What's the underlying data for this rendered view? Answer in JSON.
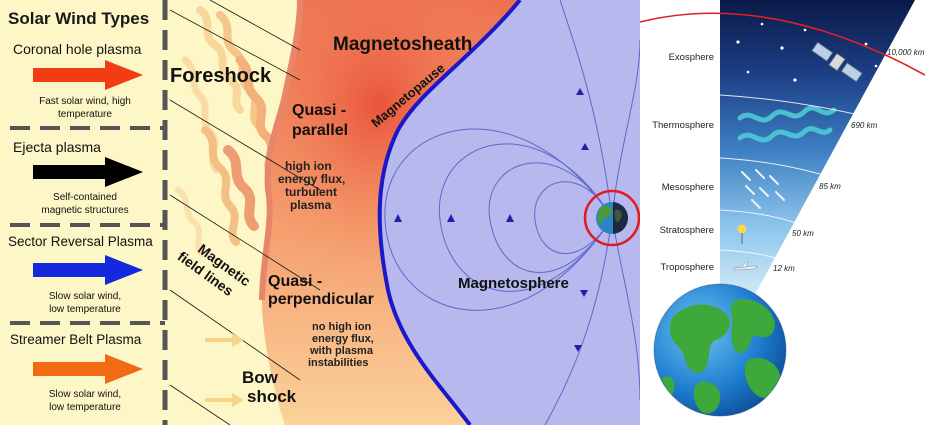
{
  "left_panel": {
    "legend_title": "Solar Wind Types",
    "types": [
      {
        "name": "Coronal hole plasma",
        "description_lines": [
          "Fast solar wind, high",
          "temperature"
        ],
        "color": "#f23c14"
      },
      {
        "name": "Ejecta plasma",
        "description_lines": [
          "Self-contained",
          "magnetic structures"
        ],
        "color": "#000000"
      },
      {
        "name": "Sector Reversal Plasma",
        "description_lines": [
          "Slow solar wind,",
          "low temperature"
        ],
        "color": "#1428dc"
      },
      {
        "name": "Streamer Belt Plasma",
        "description_lines": [
          "Slow solar wind,",
          "low temperature"
        ],
        "color": "#f26a14"
      }
    ],
    "labels": {
      "foreshock": "Foreshock",
      "magnetic_field_lines": [
        "Magnetic",
        "field lines"
      ],
      "bow_shock": [
        "Bow",
        "shock"
      ],
      "magnetosheath": "Magnetosheath",
      "magnetopause": "Magnetopause",
      "quasi_parallel": [
        "Quasi -",
        "parallel"
      ],
      "quasi_parallel_desc": [
        "high ion",
        "energy flux,",
        "turbulent",
        "plasma"
      ],
      "quasi_perpendicular": [
        "Quasi -",
        "perpendicular"
      ],
      "quasi_perpendicular_desc": [
        "no high ion",
        "energy flux,",
        "with plasma",
        "instabilities"
      ],
      "magnetosphere": "Magnetosphere"
    },
    "colors": {
      "solar_wind_bg": "#fdf6c6",
      "magnetosheath": "#f07a5a",
      "magnetosphere": "#b6b8ee",
      "magnetopause": "#1a18c8",
      "earth_circle": "#e21a1a"
    }
  },
  "right_panel": {
    "layers": [
      {
        "name": "Exosphere",
        "altitude": "10,000 km"
      },
      {
        "name": "Thermosphere",
        "altitude": "690 km"
      },
      {
        "name": "Mesosphere",
        "altitude": "85 km"
      },
      {
        "name": "Stratosphere",
        "altitude": "50 km"
      },
      {
        "name": "Troposphere",
        "altitude": "12 km"
      }
    ],
    "colors": {
      "boundary": "#e02020",
      "space_top": "#0a1a48",
      "sky_bottom": "#cfe8f8"
    }
  }
}
